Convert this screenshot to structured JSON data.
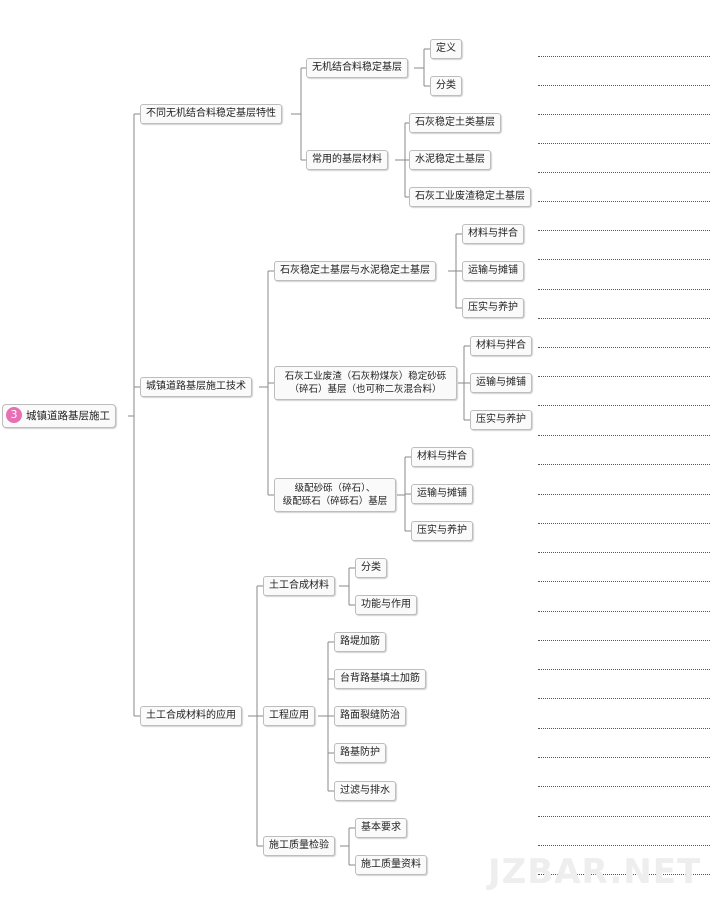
{
  "root": {
    "number": "3",
    "label": "城镇道路基层施工"
  },
  "branches": [
    {
      "label": "不同无机结合料稳定基层特性",
      "children": [
        {
          "label": "无机结合料稳定基层",
          "children": [
            {
              "label": "定义"
            },
            {
              "label": "分类"
            }
          ]
        },
        {
          "label": "常用的基层材料",
          "children": [
            {
              "label": "石灰稳定土类基层"
            },
            {
              "label": "水泥稳定土基层"
            },
            {
              "label": "石灰工业废渣稳定土基层"
            }
          ]
        }
      ]
    },
    {
      "label": "城镇道路基层施工技术",
      "children": [
        {
          "label": "石灰稳定土基层与水泥稳定土基层",
          "children": [
            {
              "label": "材料与拌合"
            },
            {
              "label": "运输与摊铺"
            },
            {
              "label": "压实与养护"
            }
          ]
        },
        {
          "label_lines": [
            "石灰工业废渣（石灰粉煤灰）稳定砂砾",
            "（碎石）基层（也可称二灰混合料）"
          ],
          "children": [
            {
              "label": "材料与拌合"
            },
            {
              "label": "运输与摊铺"
            },
            {
              "label": "压实与养护"
            }
          ]
        },
        {
          "label_lines": [
            "级配砂砾（碎石）、",
            "级配砾石（碎砾石）基层"
          ],
          "children": [
            {
              "label": "材料与拌合"
            },
            {
              "label": "运输与摊铺"
            },
            {
              "label": "压实与养护"
            }
          ]
        }
      ]
    },
    {
      "label": "土工合成材料的应用",
      "children": [
        {
          "label": "土工合成材料",
          "children": [
            {
              "label": "分类"
            },
            {
              "label": "功能与作用"
            }
          ]
        },
        {
          "label": "工程应用",
          "children": [
            {
              "label": "路堤加筋"
            },
            {
              "label": "台背路基填土加筋"
            },
            {
              "label": "路面裂缝防治"
            },
            {
              "label": "路基防护"
            },
            {
              "label": "过滤与排水"
            }
          ]
        },
        {
          "label": "施工质量检验",
          "children": [
            {
              "label": "基本要求"
            },
            {
              "label": "施工质量资料"
            }
          ]
        }
      ]
    }
  ],
  "watermark": "JZBAR.NET"
}
